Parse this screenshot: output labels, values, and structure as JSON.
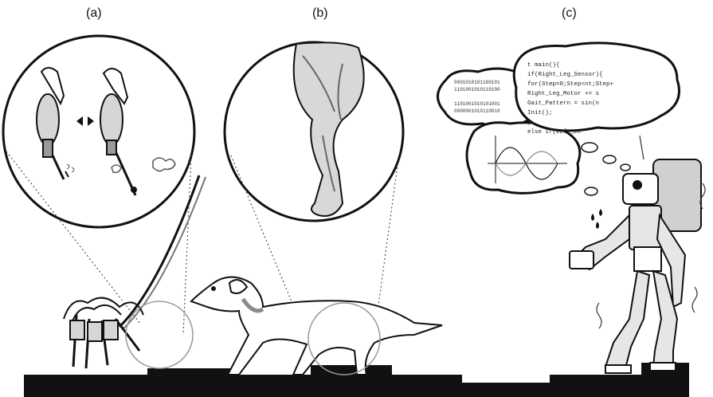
{
  "labels": {
    "a": "(a)",
    "b": "(b)",
    "c": "(c)"
  },
  "code_bubble": {
    "lines": [
      "t main(){",
      "  if(Right_Leg_Sensor){",
      "    for(Step=0;Step<nt;Step+",
      "      Right_Leg_Motor  += s",
      "      Gait_Pattern = sin(n",
      "      Init();",
      "    }",
      "  else if(Left_Le"
    ]
  },
  "binary_bubble": {
    "lines": [
      "0001010101100101",
      "1101001010110100",
      "",
      "1101001010101001",
      "0000001010110010"
    ]
  },
  "icons": {
    "swap": "bidirectional-arrow-icon",
    "puff": "air-puff-icon"
  },
  "colors": {
    "ink": "#1a1a1a",
    "ground": "#111111",
    "shade": "#c9c9c9",
    "light_shade": "#e6e6e6",
    "collar": "#8a8a8a"
  }
}
